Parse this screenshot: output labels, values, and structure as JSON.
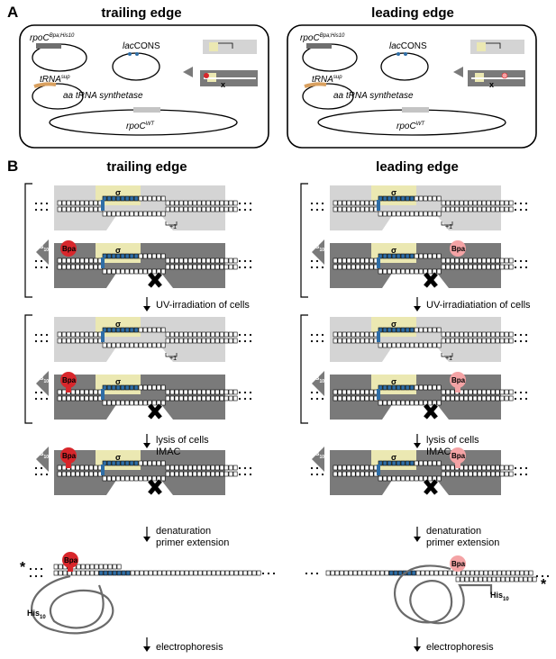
{
  "panel_a": {
    "letter": "A",
    "left_title": "trailing edge",
    "right_title": "leading edge",
    "plasmid_rpoc_label": "rpoC",
    "plasmid_rpoc_sup": "Bpa;His10",
    "plasmid_lac_label": "CONS",
    "plasmid_lac_prefix": "lac",
    "plasmid_trna_label": "tRNA",
    "plasmid_trna_sup": "sup",
    "synthetase_label": "aa tRNA synthetase",
    "chromosome_label": "rpoC",
    "chromosome_sup": "WT"
  },
  "panel_b": {
    "letter": "B",
    "left_title": "trailing edge",
    "right_title": "leading edge",
    "sigma": "σ",
    "bpa": "Bpa",
    "his": "His",
    "his_sub": "10",
    "plus_one": "+1",
    "step1_left": "UV-irradiation of cells",
    "step1_right": "UV-irradiatiation of cells",
    "step2_line1": "lysis of cells",
    "step2_line2": "IMAC",
    "step3_line1": "denaturation",
    "step3_line2": "primer extension",
    "step4": "electrophoresis",
    "asterisk": "*"
  },
  "colors": {
    "light_gray": "#d4d4d4",
    "dark_gray": "#7a7a7a",
    "sigma_yellow": "#ebe8b2",
    "blue_bp": "#2f6ea6",
    "bpa_dark": "#d8262b",
    "bpa_light": "#f4a3a5",
    "orange_trna": "#d9a05f"
  }
}
